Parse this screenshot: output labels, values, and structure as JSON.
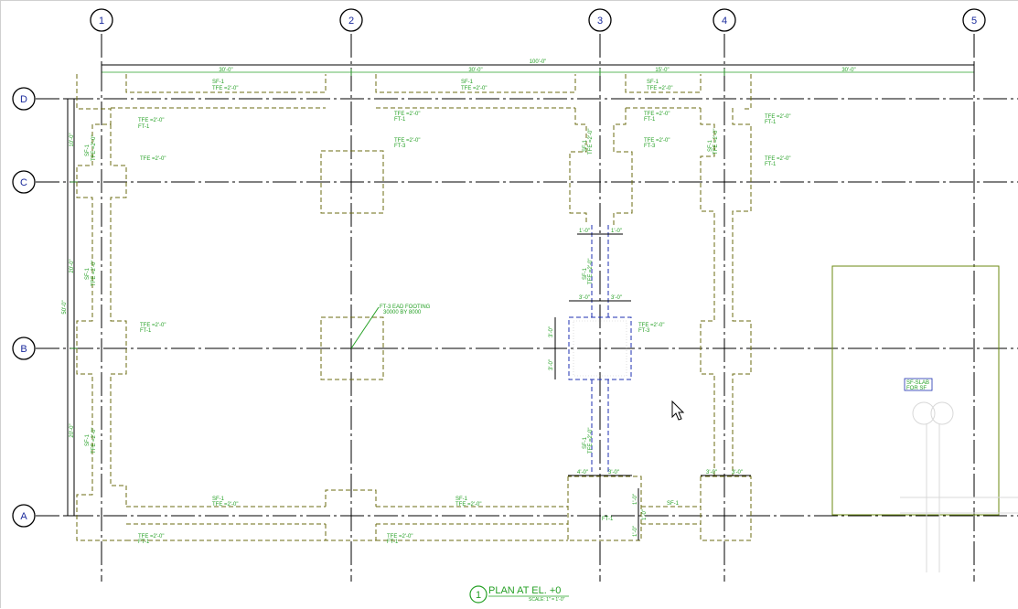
{
  "grid": {
    "columns": [
      {
        "label": "1"
      },
      {
        "label": "2"
      },
      {
        "label": "3"
      },
      {
        "label": "4"
      },
      {
        "label": "5"
      }
    ],
    "rows": [
      {
        "label": "D"
      },
      {
        "label": "C"
      },
      {
        "label": "B"
      },
      {
        "label": "A"
      }
    ]
  },
  "dimensions": {
    "overall_top": "100'-0\"",
    "spans_top": [
      "30'-0\"",
      "30'-0\"",
      "15'-0\"",
      "30'-0\""
    ],
    "left_outer": "50'-0\"",
    "left_spans": [
      "10'-0\"",
      "20'-0\"",
      "20'-0\""
    ],
    "small": {
      "d1": "1'-0\"",
      "d2": "1'-0\"",
      "d3": "3'-0\"",
      "d4": "3'-0\"",
      "d5": "3'-0\"",
      "d6": "3'-0\"",
      "d7": "4'-0\"",
      "d8": "3'-0\"",
      "d9": "3'-0\"",
      "d10": "3'-0\"",
      "d11": "1'-0\"",
      "d12": "1'-0\"",
      "d13": "1'-0\""
    }
  },
  "labels": {
    "sf1": "SF-1",
    "tfe": "TFE =2'-0\"",
    "ft1": "FT-1",
    "ft3": "FT-3",
    "leader_1": "FT-3 EAD FOOTING",
    "leader_2": "30000 BY 8000"
  },
  "callout_box": {
    "line1": "SF-SLAB",
    "line2": "FOR SF"
  },
  "view_title": {
    "number": "1",
    "title": "PLAN AT EL. +0",
    "scale": "SCALE: 1\" = 1'-0\""
  }
}
